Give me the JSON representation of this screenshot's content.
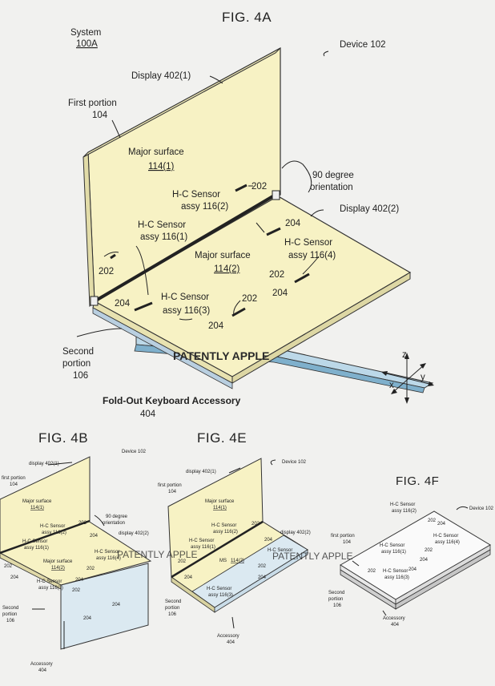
{
  "fig4a": {
    "title": "FIG. 4A",
    "system": "System",
    "system_ref": "100A",
    "device": "Device 102",
    "display1": "Display 402(1)",
    "first_portion": "First portion",
    "first_portion_ref": "104",
    "major_surface1": "Major surface",
    "major_surface1_ref": "114(1)",
    "orientation1": "90 degree",
    "orientation2": "orientation",
    "display2": "Display 402(2)",
    "sensor2": "H-C Sensor",
    "sensor2_assy": "assy 116(2)",
    "ref202_a": "202",
    "ref204_a": "204",
    "sensor1": "H-C Sensor",
    "sensor1_assy": "assy 116(1)",
    "ref202_b": "202",
    "major_surface2": "Major surface",
    "major_surface2_ref": "114(2)",
    "sensor4": "H-C Sensor",
    "sensor4_assy": "assy 116(4)",
    "ref202_c": "202",
    "ref204_c": "204",
    "ref204_b": "204",
    "sensor3": "H-C Sensor",
    "sensor3_assy": "assy 116(3)",
    "ref202_d": "202",
    "ref204_d": "204",
    "second_portion1": "Second",
    "second_portion2": "portion",
    "second_portion_ref": "106",
    "watermark": "PATENTLY APPLE",
    "keyboard": "Fold-Out Keyboard Accessory",
    "keyboard_ref": "404",
    "axis_z": "z",
    "axis_y": "y",
    "axis_x": "x"
  },
  "fig4b": {
    "title": "FIG. 4B",
    "device": "Device 102",
    "display1": "display 402(1)",
    "first_portion": "first portion",
    "first_portion_ref": "104",
    "major_surface1": "Major surface",
    "major_surface1_ref": "114(1)",
    "orientation1": "90 degree",
    "orientation2": "orientation",
    "display2": "display 402(2)",
    "sensor2": "H-C Sensor",
    "sensor2_assy": "assy 116(2)",
    "ref202_a": "202",
    "sensor1": "H-C Sensor",
    "sensor1_assy": "assy 116(1)",
    "ref204_a": "204",
    "sensor4": "H-C Sensor",
    "sensor4_assy": "assy 116(4)",
    "ref202_b": "202",
    "ref204_b": "204",
    "major_surface2": "Major surface",
    "major_surface2_ref": "114(2)",
    "sensor3": "H-C Sensor",
    "sensor3_assy": "assy 116(3)",
    "ref202_c": "202",
    "ref204_c": "204",
    "ref202_d": "202",
    "ref204_d": "204",
    "ref204_e": "204",
    "second_portion1": "Second",
    "second_portion2": "portion",
    "second_portion_ref": "106",
    "accessory": "Accessory",
    "accessory_ref": "404"
  },
  "fig4e": {
    "title": "FIG. 4E",
    "device": "Device 102",
    "display1": "display 402(1)",
    "first_portion": "first portion",
    "first_portion_ref": "104",
    "major_surface1": "Major surface",
    "major_surface1_ref": "114(1)",
    "sensor2": "H-C Sensor",
    "sensor2_assy": "assy 116(2)",
    "ref202_a": "202",
    "display2": "display 402(2)",
    "sensor1": "H-C Sensor",
    "sensor1_assy": "assy 116(1)",
    "ref204_a": "204",
    "ms": "MS",
    "ms_ref": "114(2)",
    "sensor4": "H-C Sensor",
    "ref202_b": "202",
    "ref204_b": "204",
    "ref202_c": "202",
    "ref204_c": "204",
    "sensor3": "H-C Sensor",
    "sensor3_assy": "assy 116(3)",
    "second_portion1": "Second",
    "second_portion2": "portion",
    "second_portion_ref": "106",
    "accessory": "Accessory",
    "accessory_ref": "404"
  },
  "fig4f": {
    "title": "FIG. 4F",
    "device": "Device 102",
    "sensor2": "H-C Sensor",
    "sensor2_assy": "assy 116(2)",
    "ref202_a": "202",
    "ref204_a": "204",
    "sensor4": "H-C Sensor",
    "sensor4_assy": "assy 116(4)",
    "first_portion": "first portion",
    "first_portion_ref": "104",
    "sensor1": "H-C Sensor",
    "sensor1_assy": "assy 116(1)",
    "ref202_b": "202",
    "ref204_b": "204",
    "sensor3": "H-C Sensor",
    "sensor3_assy": "assy 116(3)",
    "ref202_c": "202",
    "ref204_c": "204",
    "second_portion1": "Second",
    "second_portion2": "portion",
    "second_portion_ref": "106",
    "accessory": "Accessory",
    "accessory_ref": "404"
  },
  "watermarks": [
    "PATENTLY APPLE",
    "PATENTLY APPLE"
  ],
  "colors": {
    "surface": "#f7f2c4",
    "accessory": "#dbe9f1",
    "background": "#f1f1ef",
    "edge": "#4a4a4a"
  }
}
